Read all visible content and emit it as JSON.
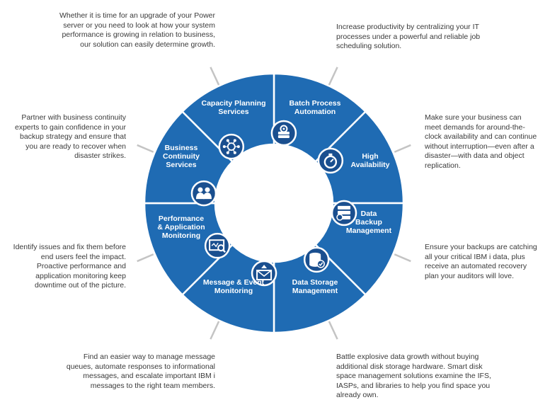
{
  "colors": {
    "segment_fill": "#1f6bb3",
    "segment_border": "#ffffff",
    "icon_fill": "#1a4f8f",
    "connector": "#c4c4c4",
    "text": "#3a3a3a"
  },
  "segments": [
    {
      "id": "batch-process-automation",
      "label_lines": [
        "Batch Process",
        "Automation"
      ],
      "icon": "layered-gear-icon"
    },
    {
      "id": "high-availability",
      "label_lines": [
        "High",
        "Availability"
      ],
      "icon": "stopwatch-icon"
    },
    {
      "id": "data-backup-management",
      "label_lines": [
        "Data",
        "Backup",
        "Management"
      ],
      "icon": "server-backup-icon"
    },
    {
      "id": "data-storage-management",
      "label_lines": [
        "Data Storage",
        "Management"
      ],
      "icon": "database-check-icon"
    },
    {
      "id": "message-event-monitoring",
      "label_lines": [
        "Message & Event",
        "Monitoring"
      ],
      "icon": "envelope-upload-icon"
    },
    {
      "id": "performance-application-monitoring",
      "label_lines": [
        "Performance",
        "& Application",
        "Monitoring"
      ],
      "icon": "monitor-magnifier-icon"
    },
    {
      "id": "business-continuity-services",
      "label_lines": [
        "Business",
        "Continuity",
        "Services"
      ],
      "icon": "people-icon"
    },
    {
      "id": "capacity-planning-services",
      "label_lines": [
        "Capacity Planning",
        "Services"
      ],
      "icon": "network-nodes-icon"
    }
  ],
  "descriptions": {
    "capacity": "Whether it is time for an upgrade of your Power server or you need to look at how your system performance is growing in relation to business, our solution can easily determine growth.",
    "batch": "Increase productivity by centralizing your IT processes under a powerful and reliable job scheduling solution.",
    "availability": "Make sure your business can meet demands for around-the-clock availability and can continue without interruption—even after a disaster—with data and object replication.",
    "backup": "Ensure your backups are catching all your critical IBM i data, plus receive an automated recovery plan your auditors will love.",
    "storage": "Battle explosive data growth without buying additional disk storage hardware. Smart disk space management solutions examine the IFS, IASPs, and libraries to help you find space you already own.",
    "message": "Find an easier way to manage message queues, automate responses to informational messages, and escalate important IBM i messages to the right team members.",
    "performance": "Identify issues and fix them before end users feel the impact. Proactive performance and application monitoring keep downtime out of the picture.",
    "continuity": "Partner with business continuity experts to gain confidence in your backup strategy and ensure that you are ready to recover when disaster strikes."
  }
}
